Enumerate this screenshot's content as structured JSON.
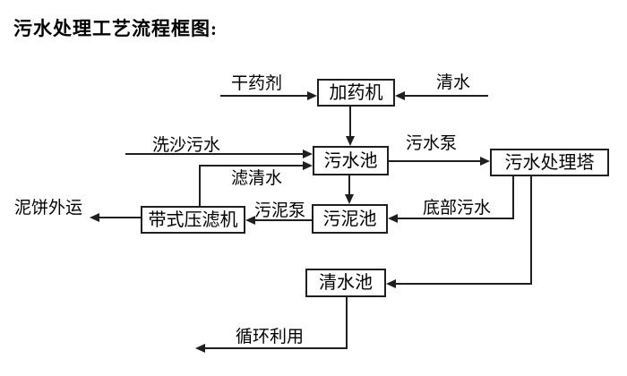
{
  "title": "污水处理工艺流程框图:",
  "nodes": {
    "dosing_machine": "加药机",
    "sewage_pool": "污水池",
    "treatment_tower": "污水处理塔",
    "belt_filter_press": "带式压滤机",
    "sludge_pool": "污泥池",
    "clear_water_pool": "清水池"
  },
  "flow_labels": {
    "dry_agent": "干药剂",
    "clear_water_in": "清水",
    "sand_washing_sewage": "洗沙污水",
    "filtered_water": "滤清水",
    "sewage_pump": "污水泵",
    "sludge_pump": "污泥泵",
    "bottom_sewage": "底部污水",
    "mud_cake_out": "泥饼外运",
    "recycle": "循环利用"
  },
  "colors": {
    "line": "#1f1f1f",
    "text": "#000000",
    "background": "#ffffff"
  }
}
